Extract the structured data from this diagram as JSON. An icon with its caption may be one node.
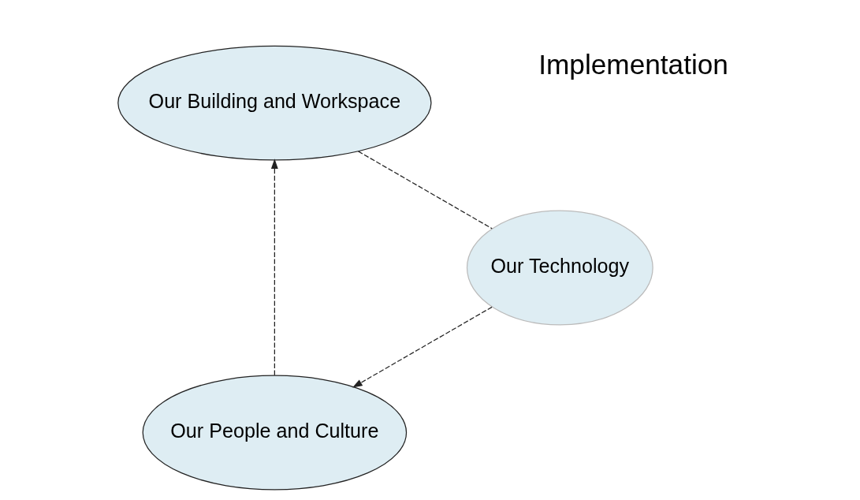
{
  "diagram": {
    "nodes": [
      {
        "text": [
          "Our People and Culture"
        ]
      },
      {
        "text": [
          "Our Technology"
        ]
      },
      {
        "text": [
          "Our Building and Workspace"
        ]
      }
    ],
    "edges": [
      {
        "from": 1,
        "to": 0,
        "arrow": "to",
        "style": "dashed"
      },
      {
        "from": 0,
        "to": 2,
        "arrow": "to",
        "style": "dashed"
      },
      {
        "from": 2,
        "to": 1,
        "arrow": "none",
        "style": "dashed"
      }
    ],
    "labels": [
      "Implementation"
    ]
  }
}
